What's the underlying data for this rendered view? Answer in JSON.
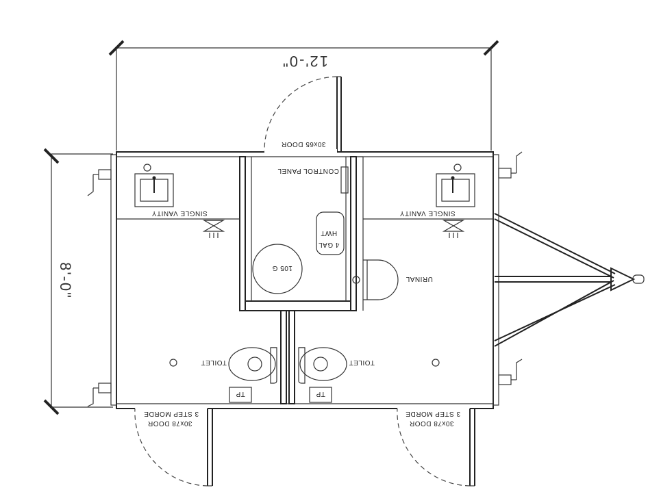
{
  "dimensions": {
    "width": "12'-0\"",
    "depth": "8'-0\""
  },
  "labels": {
    "top_door": "30x65 DOOR",
    "control_panel": "CONTROL PANEL",
    "hwt_line1": "4 GAL",
    "hwt_line2": "HWT",
    "tank": "105 G",
    "urinal": "URINAL",
    "vanity": "SINGLE VANITY",
    "toilet": "TOILET",
    "tp": "TP",
    "bottom_door_line1": "30x78 DOOR",
    "bottom_door_line2": "3 STEP MORDE"
  }
}
